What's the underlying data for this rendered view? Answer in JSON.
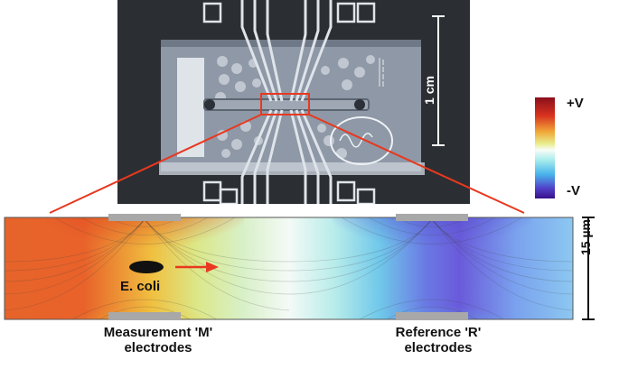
{
  "labels": {
    "scale_bar_top": "1 cm",
    "colorbar_max": "+V",
    "colorbar_min": "-V",
    "organism": "E. coli",
    "height_scale": "15 µm",
    "measurement_line1": "Measurement 'M'",
    "measurement_line2": "electrodes",
    "reference_line1": "Reference 'R'",
    "reference_line2": "electrodes"
  },
  "colors": {
    "callout_red": "#e8381f",
    "electrode_gray": "#a8a8a8",
    "photo_background": "#2b2e33"
  }
}
